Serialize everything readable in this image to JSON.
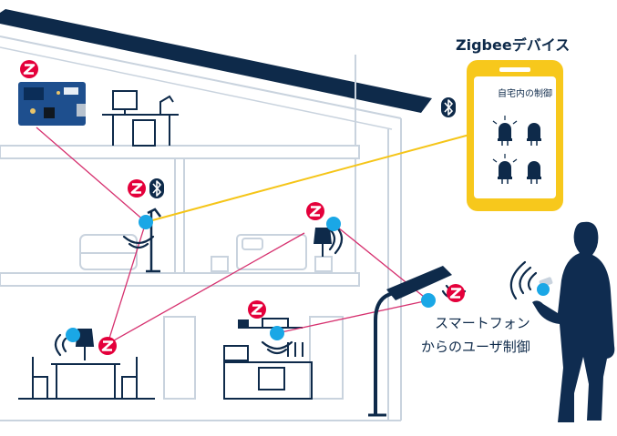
{
  "labels": {
    "zigbee_devices": "Zigbeeデバイス",
    "phone_screen_title": "自宅内の制御",
    "caption_line1": "スマートフォン",
    "caption_line2": "からのユーザ制御"
  },
  "colors": {
    "outline": "#0e2a4a",
    "wall": "#c9d3de",
    "zigbee_red": "#e4003b",
    "link_magenta": "#d6316f",
    "link_yellow": "#f5c518",
    "device_blue": "#1aa7e6",
    "phone_yellow": "#f7c81c",
    "board_blue": "#1e4f8e",
    "silhouette": "#0f2c50"
  },
  "icons": [
    "zigbee-icon",
    "bluetooth-icon",
    "wireless-signal-icon",
    "led-bulb-icon",
    "lamp-icon",
    "street-light-icon",
    "person-silhouette"
  ]
}
